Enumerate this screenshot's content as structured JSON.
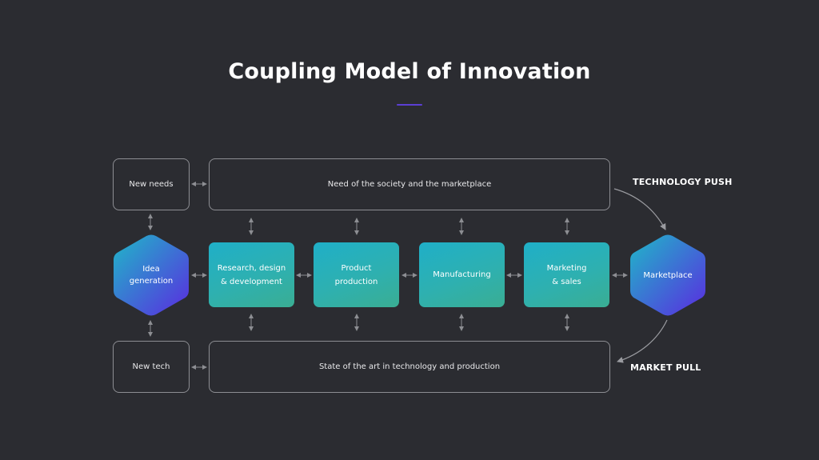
{
  "title": "Coupling Model of Innovation",
  "labels": {
    "technology_push": "TECHNOLOGY PUSH",
    "market_pull": "MARKET PULL"
  },
  "top_row": {
    "left": "New needs",
    "wide": "Need of the society and the marketplace"
  },
  "bottom_row": {
    "left": "New tech",
    "wide": "State of the art in technology and production"
  },
  "hexagons": {
    "start": {
      "line1": "Idea",
      "line2": "generation"
    },
    "end": {
      "line1": "Marketplace"
    }
  },
  "stages": [
    {
      "line1": "Research, design",
      "line2": "& development"
    },
    {
      "line1": "Product",
      "line2": "production"
    },
    {
      "line1": "Manufacturing",
      "line2": ""
    },
    {
      "line1": "Marketing",
      "line2": "& sales"
    }
  ],
  "colors": {
    "background": "#2b2c31",
    "hex_gradient_start": "#1fb8c8",
    "hex_gradient_end": "#5a2be0",
    "stage_gradient_start": "#1fafc8",
    "stage_gradient_end": "#3aae93",
    "accent_underline": "#5b3fd4",
    "outline": "#8d8e93"
  }
}
